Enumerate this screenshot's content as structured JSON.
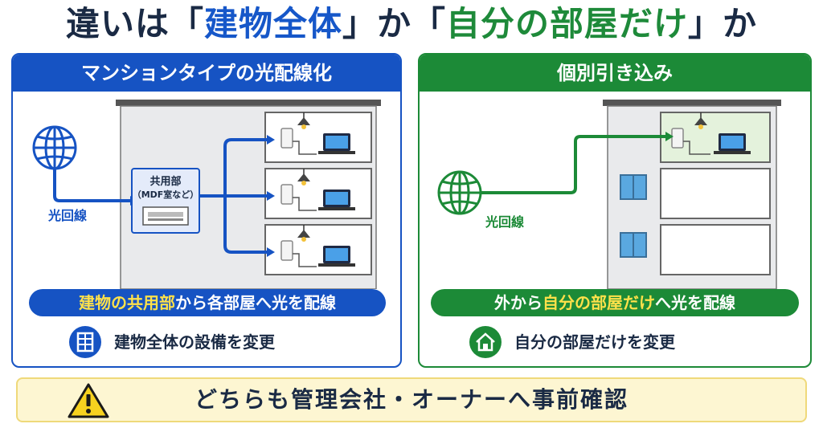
{
  "title": {
    "prefix": "違いは「",
    "left_term": "建物全体",
    "middle": "」か「",
    "right_term": "自分の部屋だけ",
    "suffix": "」か"
  },
  "left_panel": {
    "header": "マンションタイプの光配線化",
    "line_label": "光回線",
    "shared_label": "共用部",
    "shared_sub": "（MDF室など）",
    "pill_hl": "建物の共用部",
    "pill_rest": "から各部屋へ光を配線",
    "sub_text": "建物全体の設備を変更",
    "icon": "building-icon"
  },
  "right_panel": {
    "header": "個別引き込み",
    "line_label": "光回線",
    "pill_pre": "外から",
    "pill_hl": "自分の部屋だけ",
    "pill_post": "へ光を配線",
    "sub_text": "自分の部屋だけを変更",
    "icon": "house-icon"
  },
  "warning": {
    "text": "どちらも管理会社・オーナーへ事前確認",
    "icon": "warning-icon"
  },
  "colors": {
    "blue": "#1653c3",
    "green": "#1c8a37",
    "highlight": "#ffe14a",
    "warning_bg": "#fdf6d2"
  }
}
